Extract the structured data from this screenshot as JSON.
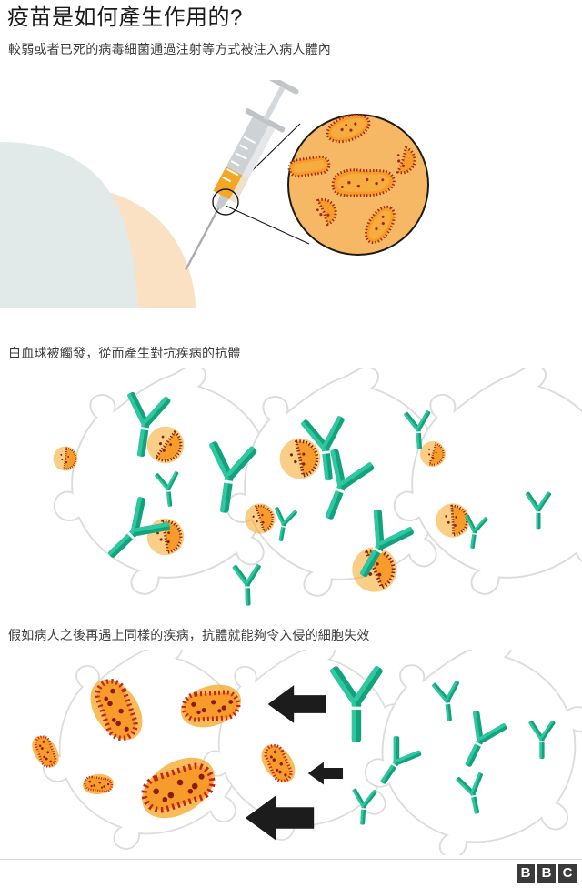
{
  "header": {
    "title": "疫苗是如何產生作用的?",
    "subtitle": "較弱或者已死的病毒細菌通過注射等方式被注入病人體內"
  },
  "steps": [
    {
      "id": "step-injection",
      "caption": "較弱或者已死的病毒細菌通過注射等方式被注入病人體內",
      "elements": [
        "shoulder",
        "sleeve",
        "syringe",
        "magnifier-circle",
        "pathogens"
      ]
    },
    {
      "id": "step-antibody-production",
      "caption": "白血球被觸發，從而產生對抗疾病的抗體",
      "elements": [
        "white-blood-cell",
        "antibody",
        "pathogen"
      ]
    },
    {
      "id": "step-reinfection-defence",
      "caption": "假如病人之後再遇上同樣的疾病，抗體就能夠令入侵的細胞失效",
      "elements": [
        "white-blood-cell",
        "bacteria",
        "antibody",
        "arrow-left"
      ]
    }
  ],
  "captions": {
    "step1": "較弱或者已死的病毒細菌通過注射等方式被注入病人體內",
    "step2": "白血球被觸發，從而產生對抗疾病的抗體",
    "step3": "假如病人之後再遇上同樣的疾病，抗體就能夠令入侵的細胞失效"
  },
  "colors": {
    "skin": "#fae1c3",
    "sleeve": "#e1e9e9",
    "syringe_barrel": "#cfd2d4",
    "syringe_liquid": "#f5a623",
    "magnifier_fill": "#f7b866",
    "magnifier_stroke": "#1f1a16",
    "pathogen_body": "#f79c2a",
    "pathogen_spike": "#9e2a17",
    "pathogen_halo": "#f5a623",
    "bacteria_outline": "#c0261c",
    "bacteria_dot": "#8e1b10",
    "antibody": "#12a37d",
    "antibody_light": "#2fc79f",
    "cell_stroke": "#dcdcdc",
    "cell_fill": "#ffffff",
    "arrow": "#1c1c1c",
    "text": "#3d3d3d",
    "title_text": "#1a1a1a",
    "rule": "#d6d6d6",
    "bbc_block": "#3a3a3a"
  },
  "branding": {
    "logo_letters": [
      "B",
      "B",
      "C"
    ],
    "logo_name": "bbc-logo"
  },
  "counts": {
    "magnifier_pathogens": 6,
    "step2_cells": 3,
    "step3_cells": 3,
    "step3_arrows": 3
  }
}
